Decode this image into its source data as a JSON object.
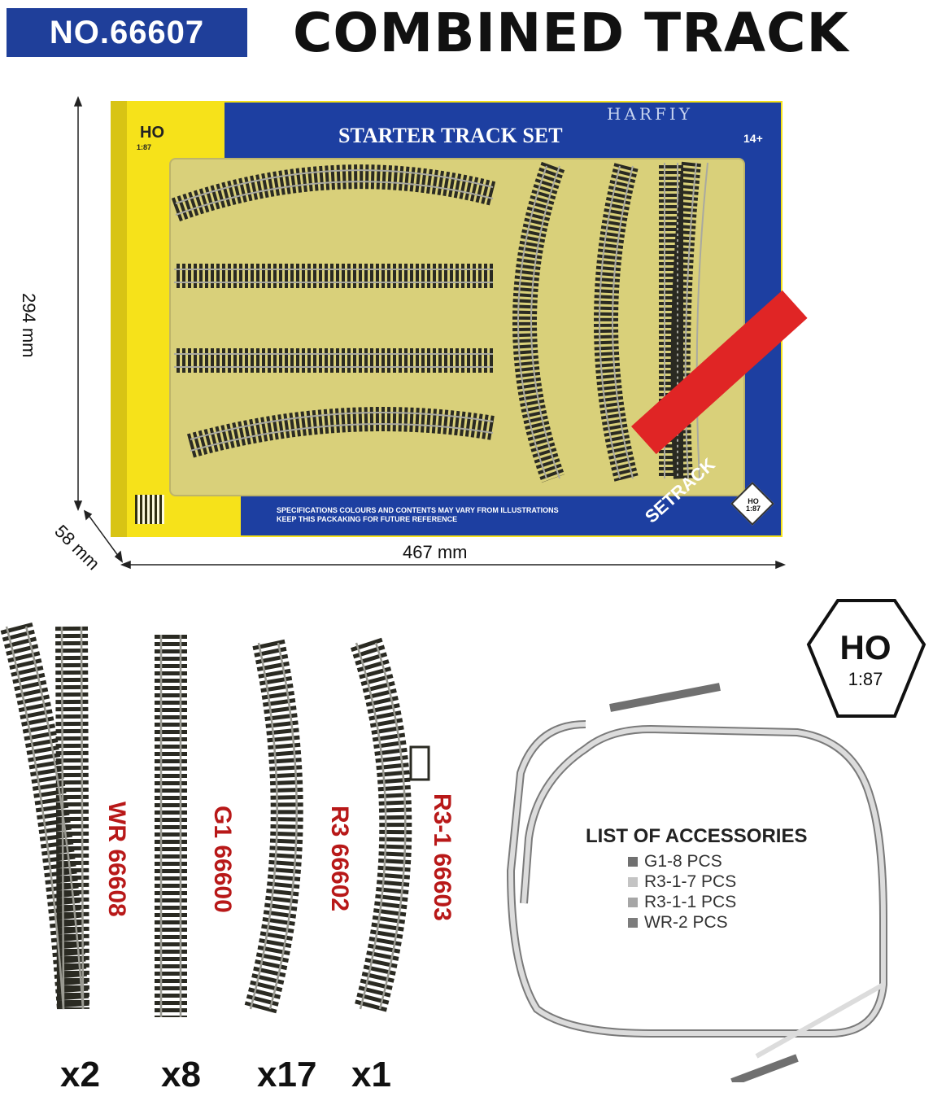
{
  "header": {
    "model_number": "NO.66607",
    "title": "COMBINED TRACK"
  },
  "box": {
    "brand": "HARFIY",
    "title": "STARTER TRACK SET",
    "age": "14+",
    "ho": "HO",
    "scale": "1:87",
    "note_line1": "SPECIFICATIONS COLOURS AND CONTENTS MAY VARY FROM ILLUSTRATIONS",
    "note_line2": "KEEP THIS PACKAKING FOR FUTURE REFERENCE",
    "banner": "SETRACK",
    "badge_ho": "HO",
    "badge_scale": "1:87"
  },
  "dimensions": {
    "height": "294 mm",
    "depth": "58 mm",
    "width": "467 mm"
  },
  "pieces": [
    {
      "label": "WR 66608",
      "quantity": "x2"
    },
    {
      "label": "G1 66600",
      "quantity": "x8"
    },
    {
      "label": "R3 66602",
      "quantity": "x17"
    },
    {
      "label": "R3-1 66603",
      "quantity": "x1"
    }
  ],
  "ho_logo": {
    "text": "HO",
    "scale": "1:87"
  },
  "accessories": {
    "title": "LIST OF ACCESSORIES",
    "items": [
      {
        "text": "G1-8 PCS",
        "color": "#707070"
      },
      {
        "text": "R3-1-7 PCS",
        "color": "#c4c4c4"
      },
      {
        "text": "R3-1-1 PCS",
        "color": "#a6a6a6"
      },
      {
        "text": "WR-2 PCS",
        "color": "#7c7c7c"
      }
    ]
  },
  "colors": {
    "badge_blue": "#1f3f9a",
    "box_yellow": "#f6e21a",
    "box_blue": "#1d3fa1",
    "label_red": "#b81818",
    "banner_red": "#e02525"
  }
}
